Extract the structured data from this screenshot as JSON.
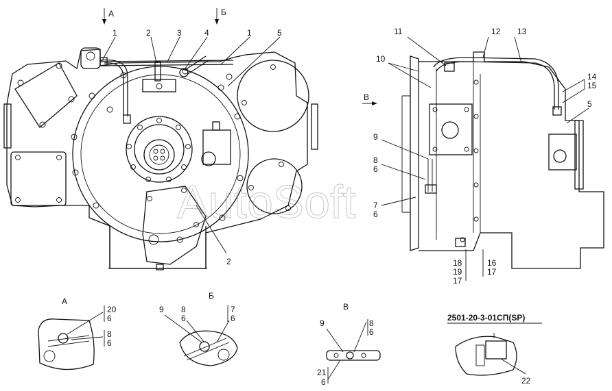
{
  "views": {
    "arrow_a": "А",
    "arrow_b": "Б",
    "arrow_v": "В",
    "detail_a": "А",
    "detail_b": "Б",
    "detail_v": "В"
  },
  "callouts": {
    "main": {
      "c1a": "1",
      "c2a": "2",
      "c3": "3",
      "c4": "4",
      "c1b": "1",
      "c5": "5",
      "c2b": "2"
    },
    "side": {
      "c11": "11",
      "c12": "12",
      "c13": "13",
      "c10": "10",
      "c14": "14",
      "c15": "15",
      "c5": "5",
      "c9": "9",
      "c8": "8",
      "c6a": "6",
      "c7": "7",
      "c6b": "6",
      "c18": "18",
      "c19": "19",
      "c17a": "17",
      "c16": "16",
      "c17b": "17"
    },
    "detail_a": {
      "c20": "20",
      "c6a": "6",
      "c8": "8",
      "c6b": "6"
    },
    "detail_b": {
      "c9": "9",
      "c8": "8",
      "c6a": "6",
      "c7": "7",
      "c6b": "6"
    },
    "detail_v": {
      "c9": "9",
      "c8": "8",
      "c6a": "6",
      "c21": "21",
      "c6b": "6"
    },
    "variant": {
      "c22": "22"
    }
  },
  "variant_caption": "2501-20-3-01СП(SP)",
  "watermark": "AutoSoft"
}
